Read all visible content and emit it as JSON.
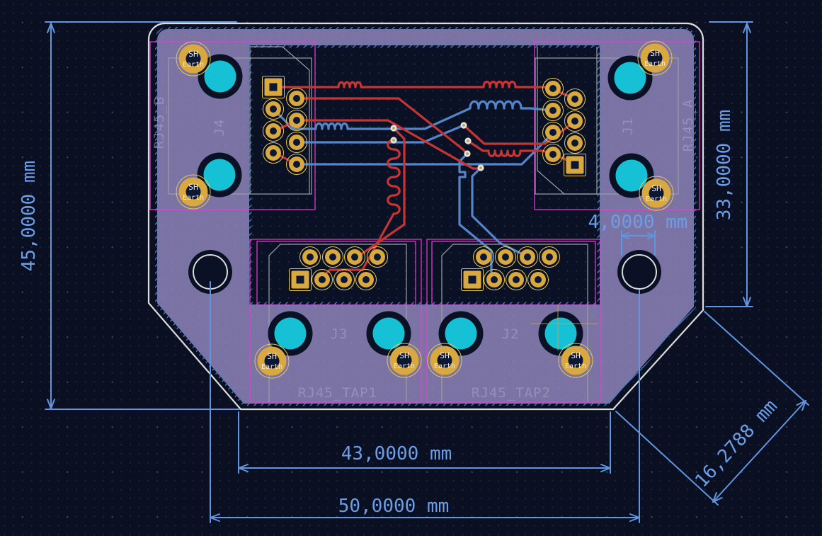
{
  "canvas": {
    "title": "PCB layout editor canvas"
  },
  "components": {
    "rj45_b": {
      "ref": "J4",
      "footprint": "RJ45_B"
    },
    "rj45_a": {
      "ref": "J1",
      "footprint": "RJ45_A"
    },
    "rj45_tap1": {
      "ref": "J3",
      "footprint": "RJ45_TAP1"
    },
    "rj45_tap2": {
      "ref": "J2",
      "footprint": "RJ45_TAP2"
    }
  },
  "shield_pad": {
    "primary": "SH",
    "secondary": "Earth"
  },
  "dimensions": {
    "board_height": "45,0000 mm",
    "right_edge_height": "33,0000 mm",
    "mount_hole_diameter": "4,0000 mm",
    "bottom_edge_width": "43,0000 mm",
    "hole_spacing_width": "50,0000 mm",
    "corner_chamfer": "16,2788 mm"
  },
  "colors": {
    "background": "#0a1022",
    "board_zone": "#7a73a4",
    "top_copper": "#c83434",
    "bottom_copper": "#5585c9",
    "pad_gold": "#d9a83f",
    "hole_cyan": "#17c1d5",
    "dimension_blue": "#6c9ee8",
    "courtyard_magenta": "#e93ed6",
    "edge_cuts": "#dcdcdc",
    "fab_gray": "#9aa0a8"
  }
}
